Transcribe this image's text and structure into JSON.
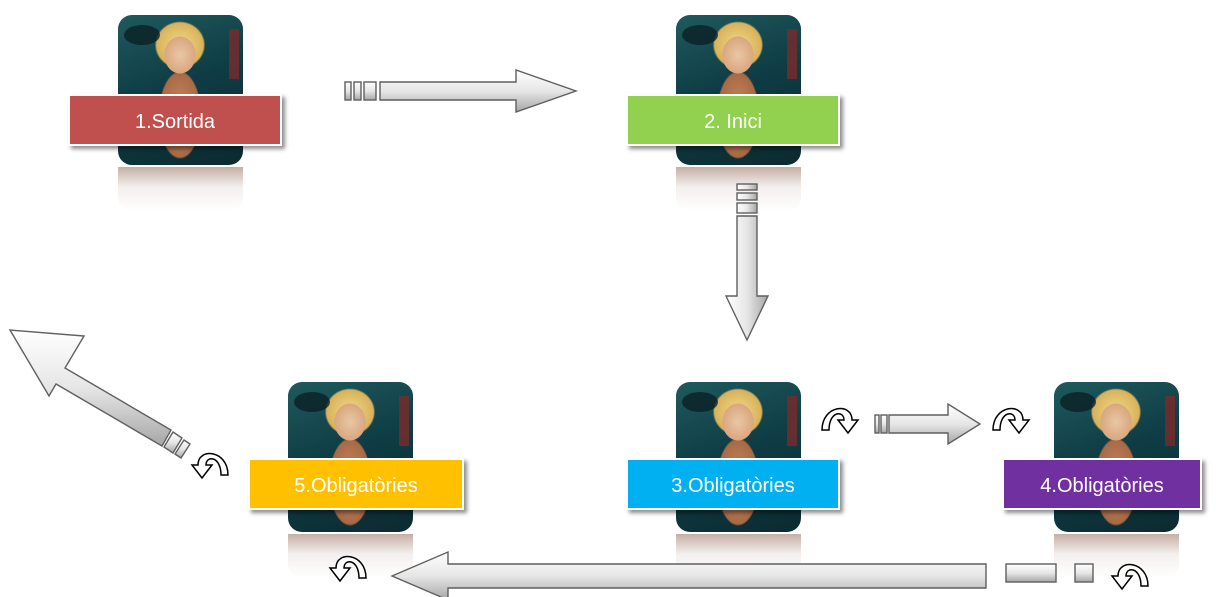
{
  "diagram": {
    "steps": [
      {
        "id": "step-1",
        "label": "1.Sortida",
        "color": "#c0504d"
      },
      {
        "id": "step-2",
        "label": "2. Inici",
        "color": "#92d050"
      },
      {
        "id": "step-3",
        "label": "3.Obligatòries",
        "color": "#00b0f0"
      },
      {
        "id": "step-4",
        "label": "4.Obligatòries",
        "color": "#7030a0"
      },
      {
        "id": "step-5",
        "label": "5.Obligatòries",
        "color": "#ffc000"
      }
    ],
    "arrow_color": "#d9d9d9",
    "icons": [
      "rotate-arrow-icon"
    ]
  }
}
